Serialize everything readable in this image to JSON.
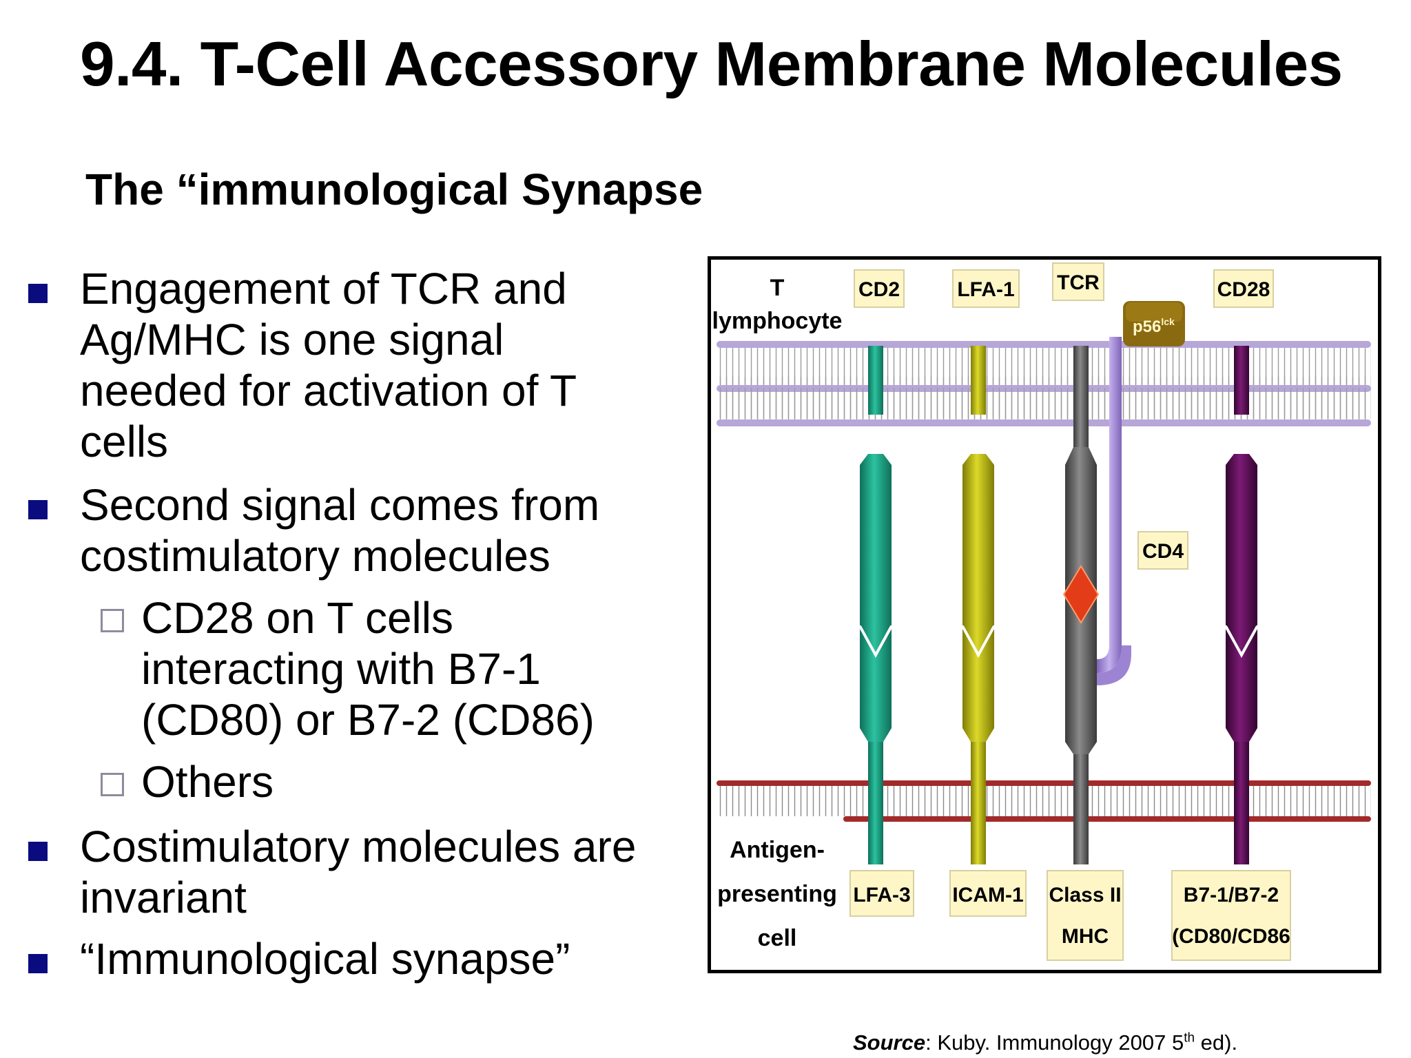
{
  "slide": {
    "title": "9.4. T-Cell Accessory Membrane Molecules",
    "subtitle": "The “immunological Synapse",
    "bullets": [
      {
        "lines": [
          "Engagement of TCR and",
          "Ag/MHC is one signal",
          "needed for activation of T",
          "cells"
        ]
      },
      {
        "lines": [
          "Second signal comes from",
          "costimulatory molecules"
        ]
      },
      {
        "lines": [
          "Costimulatory molecules are",
          "invariant"
        ]
      },
      {
        "lines": [
          "“Immunological synapse”"
        ]
      }
    ],
    "subbullets": [
      {
        "lines": [
          "CD28 on T cells",
          "interacting with B7-1",
          "(CD80) or B7-2 (CD86)"
        ]
      },
      {
        "lines": [
          "Others"
        ]
      }
    ],
    "source": {
      "label": "Source",
      "text": ":  Kuby. Immunology 2007 5",
      "sup": "th",
      "tail": " ed)."
    }
  },
  "figure": {
    "t_cell_label": [
      "T",
      "lymphocyte"
    ],
    "apc_label": [
      "Antigen-",
      "presenting",
      "cell"
    ],
    "top_labels": [
      "CD2",
      "LFA-1",
      "TCR",
      "CD28"
    ],
    "bottom_labels": [
      "LFA-3",
      "ICAM-1",
      "Class II",
      "MHC",
      "B7-1/B7-2",
      "(CD80/CD86"
    ],
    "cd4_label": "CD4",
    "p56_label": "p56",
    "p56_sup": "lck",
    "colors": {
      "cd2": "#1a9a7c",
      "lfa1": "#b3b00e",
      "tcr": "#616161",
      "cd28": "#5a0f55",
      "cd4": "#a58ad8",
      "p56": "#8a6a10",
      "membrane_top": "#b7a6d8",
      "membrane_bottom": "#a22a2a",
      "label_box": "#fff6c8"
    }
  }
}
